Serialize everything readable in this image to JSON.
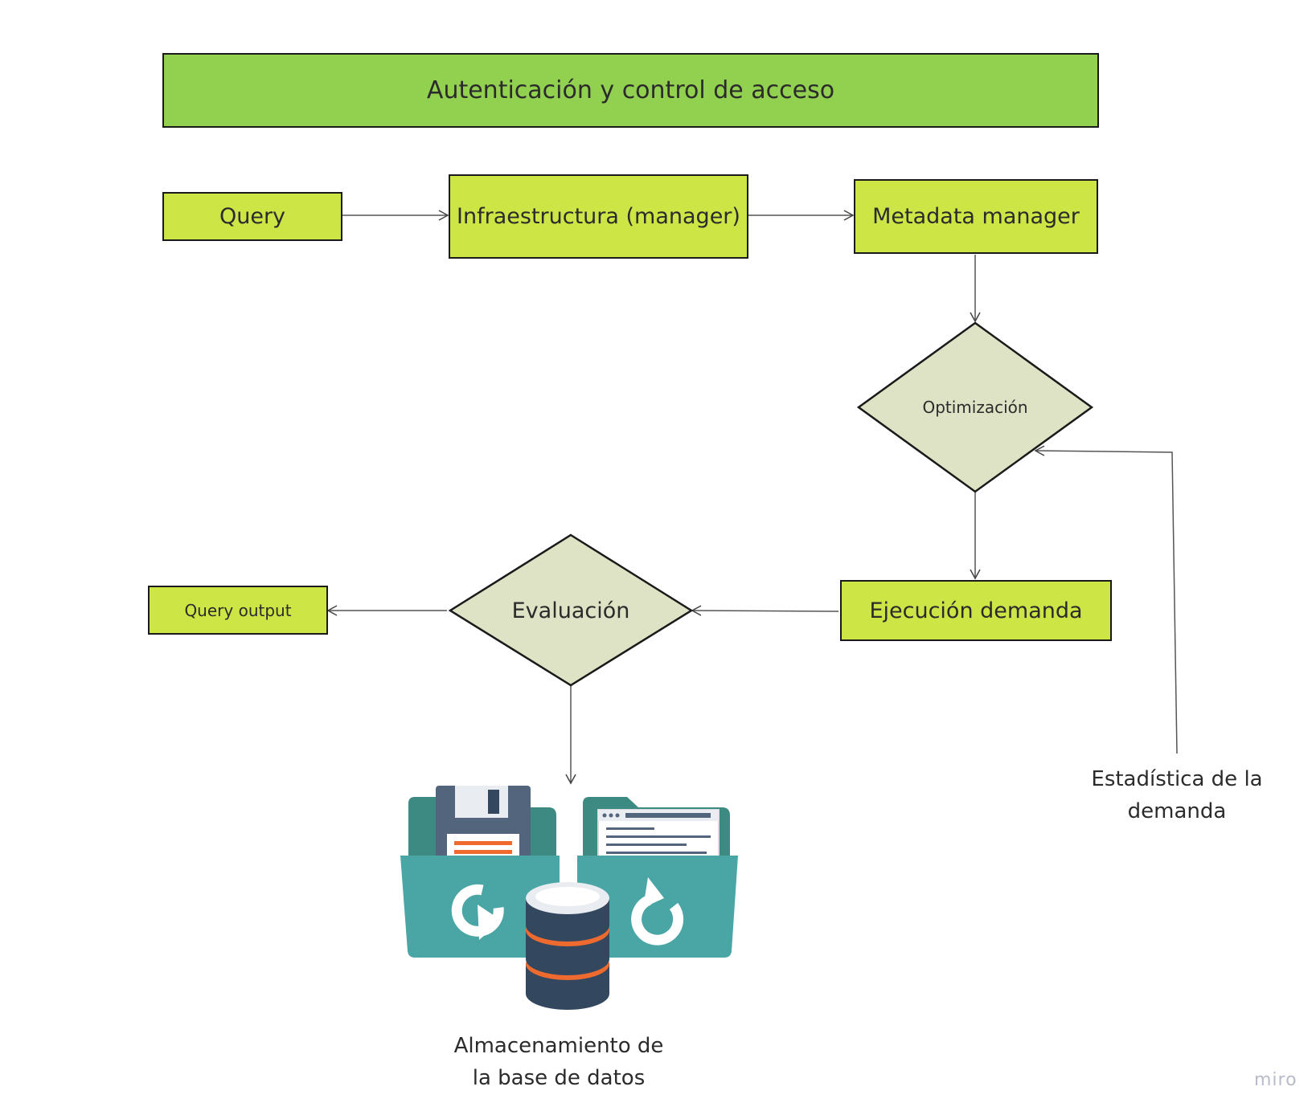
{
  "banner": {
    "label": "Autenticación y control de acceso",
    "color": "#92d050"
  },
  "nodes": {
    "query": "Query",
    "infra": "Infraestructura (manager)",
    "metadata": "Metadata manager",
    "optimizacion": "Optimización",
    "ejecucion": "Ejecución demanda",
    "evaluacion": "Evaluación",
    "output": "Query output"
  },
  "labels": {
    "estadistica_line1": "Estadística de la",
    "estadistica_line2": "demanda",
    "storage_line1": "Almacenamiento de",
    "storage_line2": "la base de datos"
  },
  "colors": {
    "process_fill": "#cde645",
    "decision_fill": "#dde3c4",
    "folder_teal": "#4aa5a5",
    "database_navy": "#33485f",
    "database_accent": "#ee6a2e"
  },
  "icons": {
    "storage": "database-folders-icon"
  },
  "watermark": "miro"
}
